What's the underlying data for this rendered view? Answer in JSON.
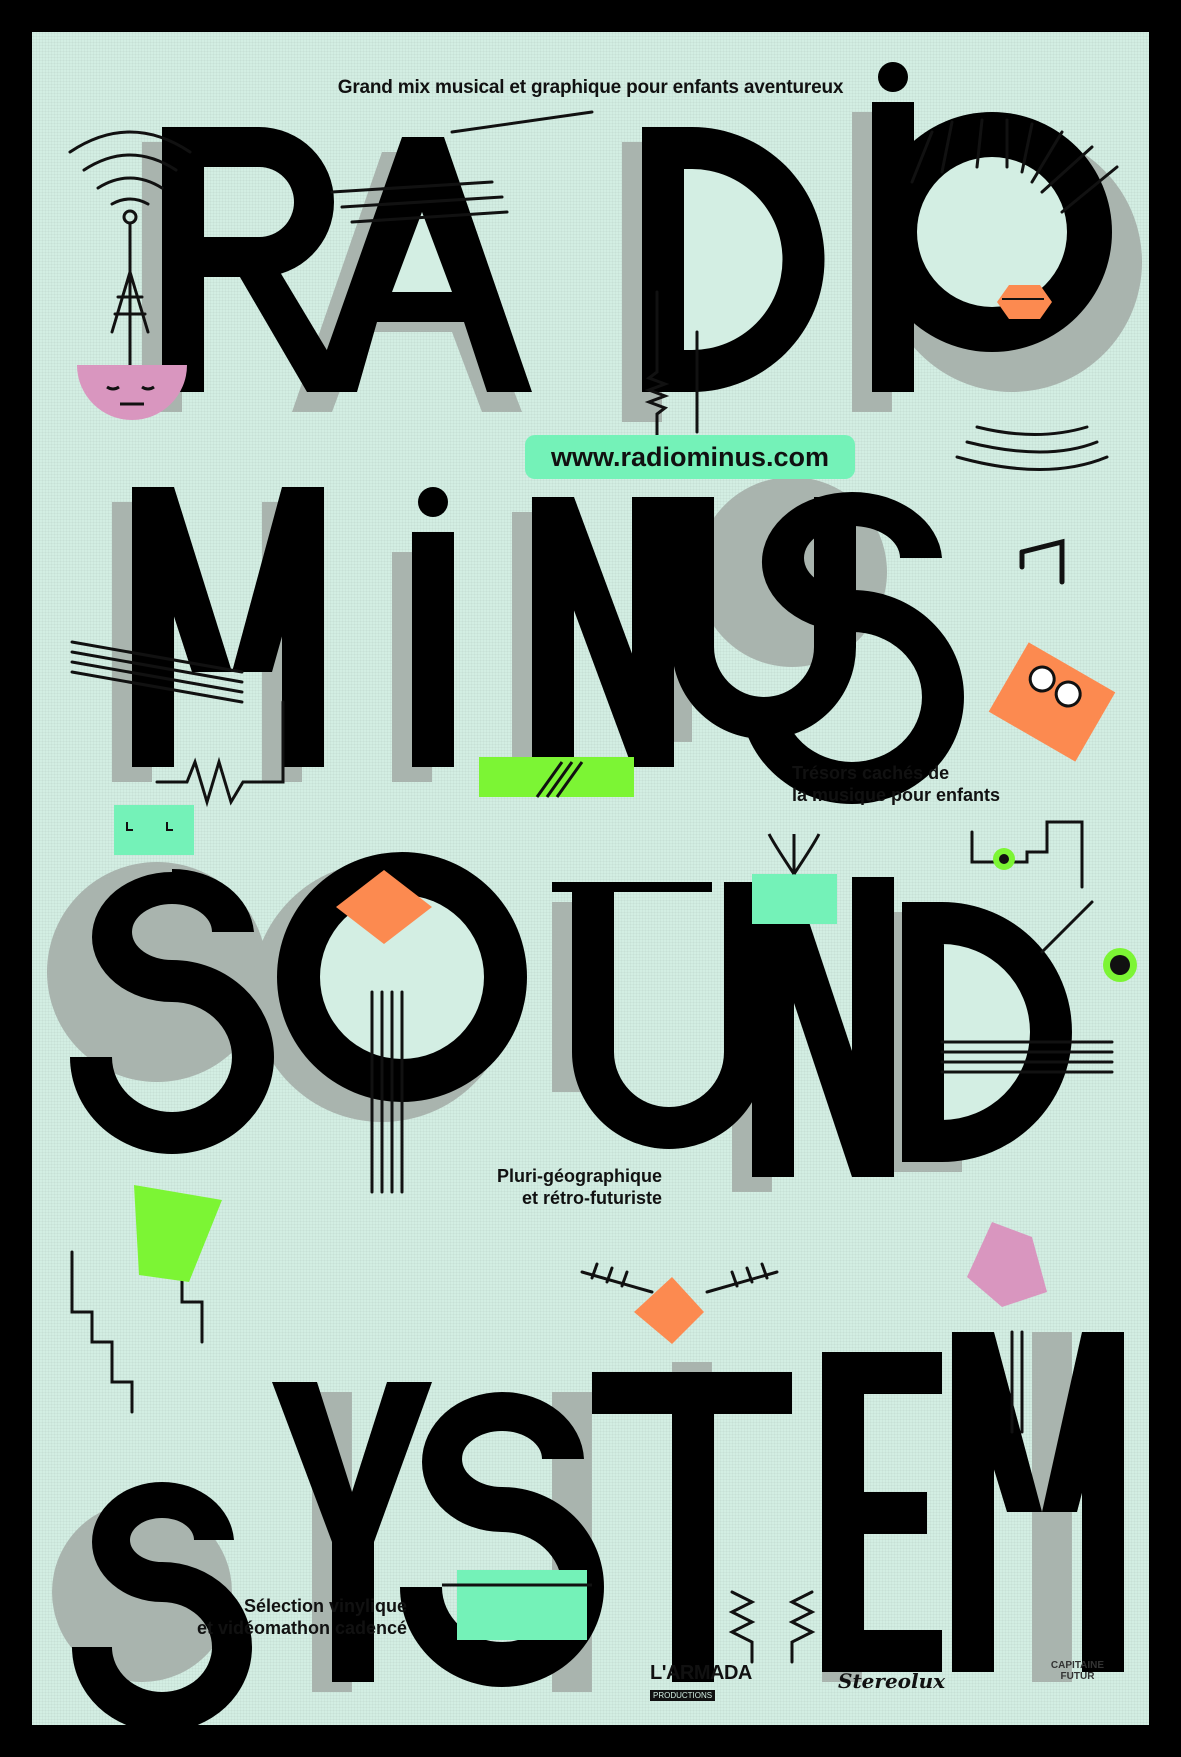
{
  "poster": {
    "tagline": "Grand mix musical et graphique pour enfants aventureux",
    "title_lines": [
      "RADIO",
      "MINUS",
      "SOUND",
      "SYSTEM"
    ],
    "url": "www.radiominus.com",
    "captions": [
      {
        "id": "tresors",
        "lines": [
          "Trésors cachés de",
          "la musique pour enfants"
        ]
      },
      {
        "id": "pluri",
        "lines": [
          "Pluri-géographique",
          "et rétro-futuriste"
        ]
      },
      {
        "id": "selection",
        "lines": [
          "Sélection vinylique",
          "et vidéomathon cadencé"
        ]
      }
    ],
    "logos": [
      {
        "name": "L'ARMADA",
        "sub": "PRODUCTIONS"
      },
      {
        "name": "Stereolux"
      },
      {
        "name": "CAPITAINE FUTUR"
      }
    ],
    "colors": {
      "background": "#d3eee3",
      "border": "#000000",
      "ink": "#111111",
      "shadow": "#a9b4ae",
      "pink": "#d996bf",
      "orange": "#fc8a50",
      "lime": "#7cf534",
      "mint": "#74f2b8"
    }
  }
}
